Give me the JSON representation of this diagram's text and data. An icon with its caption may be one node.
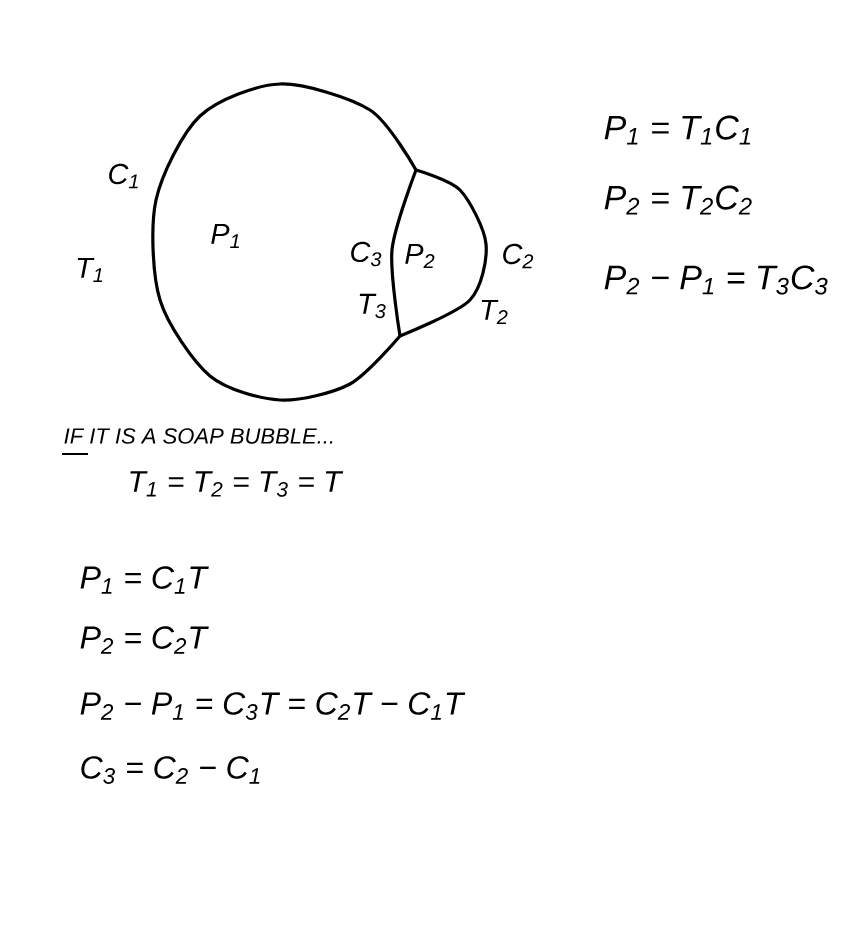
{
  "diagram": {
    "nodes": [
      {
        "text": [
          "P$_{1}$"
        ],
        "beside": [
          "C$_{1}$",
          "T$_{1}$"
        ]
      },
      {
        "text": [
          "P$_{2}$"
        ],
        "beside": [
          "C$_{3}$",
          "T$_{3}$",
          "C$_{2}$",
          "T$_{2}$"
        ]
      }
    ],
    "labels": [
      "P$_{1}$ = T$_{1}$C$_{1}$",
      "P$_{2}$ = T$_{2}$C$_{2}$",
      "P$_{2}$ − P$_{1}$ = T$_{3}$C$_{3}$",
      "IF IT IS A SOAP BUBBLE...",
      "T$_{1}$ = T$_{2}$ = T$_{3}$ = T",
      "P$_{1}$ = C$_{1}$T",
      "P$_{2}$ = C$_{2}$T",
      "P$_{2}$ − P$_{1}$ = C$_{3}$T = C$_{2}$T − C$_{1}$T",
      "C$_{3}$ = C$_{2}$ − C$_{1}$"
    ]
  }
}
